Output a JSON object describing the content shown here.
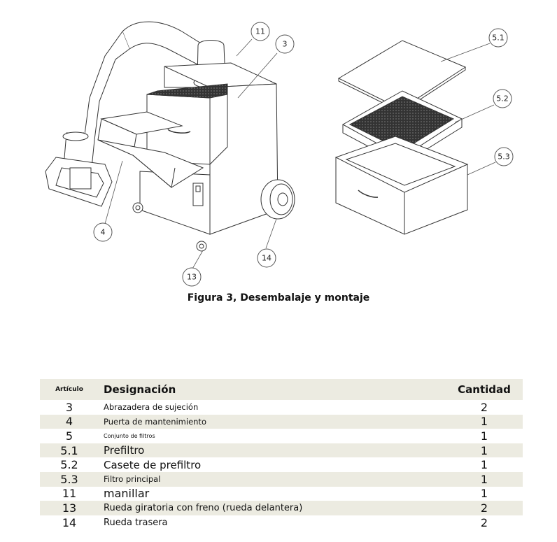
{
  "figure": {
    "callouts": {
      "c11": "11",
      "c3": "3",
      "c4": "4",
      "c13": "13",
      "c14": "14",
      "c51": "5.1",
      "c52": "5.2",
      "c53": "5.3"
    },
    "caption": "Figura 3, Desembalaje y montaje"
  },
  "table": {
    "headers": {
      "item": "Artículo",
      "designation": "Designación",
      "quantity": "Cantidad"
    },
    "rows": [
      {
        "item": "3",
        "designation": "Abrazadera de sujeción",
        "quantity": "2"
      },
      {
        "item": "4",
        "designation": "Puerta de mantenimiento",
        "quantity": "1"
      },
      {
        "item": "5",
        "designation": "Conjunto de filtros",
        "quantity": "1"
      },
      {
        "item": "5.1",
        "designation": "Prefiltro",
        "quantity": "1"
      },
      {
        "item": "5.2",
        "designation": "Casete de prefiltro",
        "quantity": "1"
      },
      {
        "item": "5.3",
        "designation": "Filtro principal",
        "quantity": "1"
      },
      {
        "item": "11",
        "designation": "manillar",
        "quantity": "1"
      },
      {
        "item": "13",
        "designation": "Rueda giratoria con freno (rueda delantera)",
        "quantity": "2"
      },
      {
        "item": "14",
        "designation": "Rueda trasera",
        "quantity": "2"
      }
    ]
  }
}
